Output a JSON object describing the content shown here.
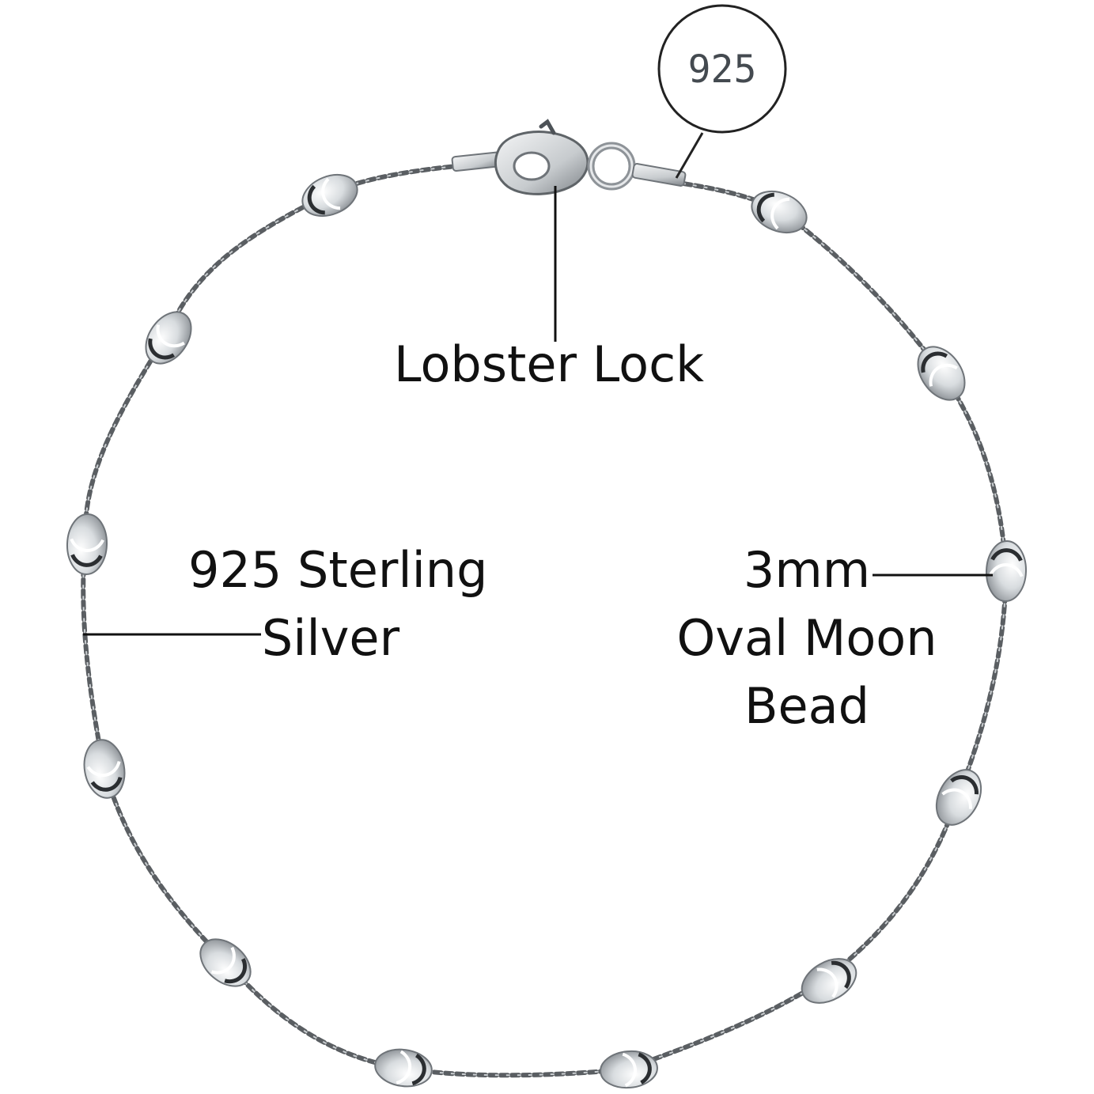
{
  "stamp": {
    "text": "925"
  },
  "callouts": {
    "lobster_lock": "Lobster Lock",
    "sterling_silver": [
      "925 Sterling",
      "Silver"
    ],
    "oval_bead": [
      "3mm",
      "Oval Moon",
      "Bead"
    ]
  },
  "colors": {
    "background": "#ffffff",
    "text": "#111111",
    "silver": "#cfd3d6",
    "silver_dark": "#2b2e31",
    "chain": "#5a5e62"
  }
}
